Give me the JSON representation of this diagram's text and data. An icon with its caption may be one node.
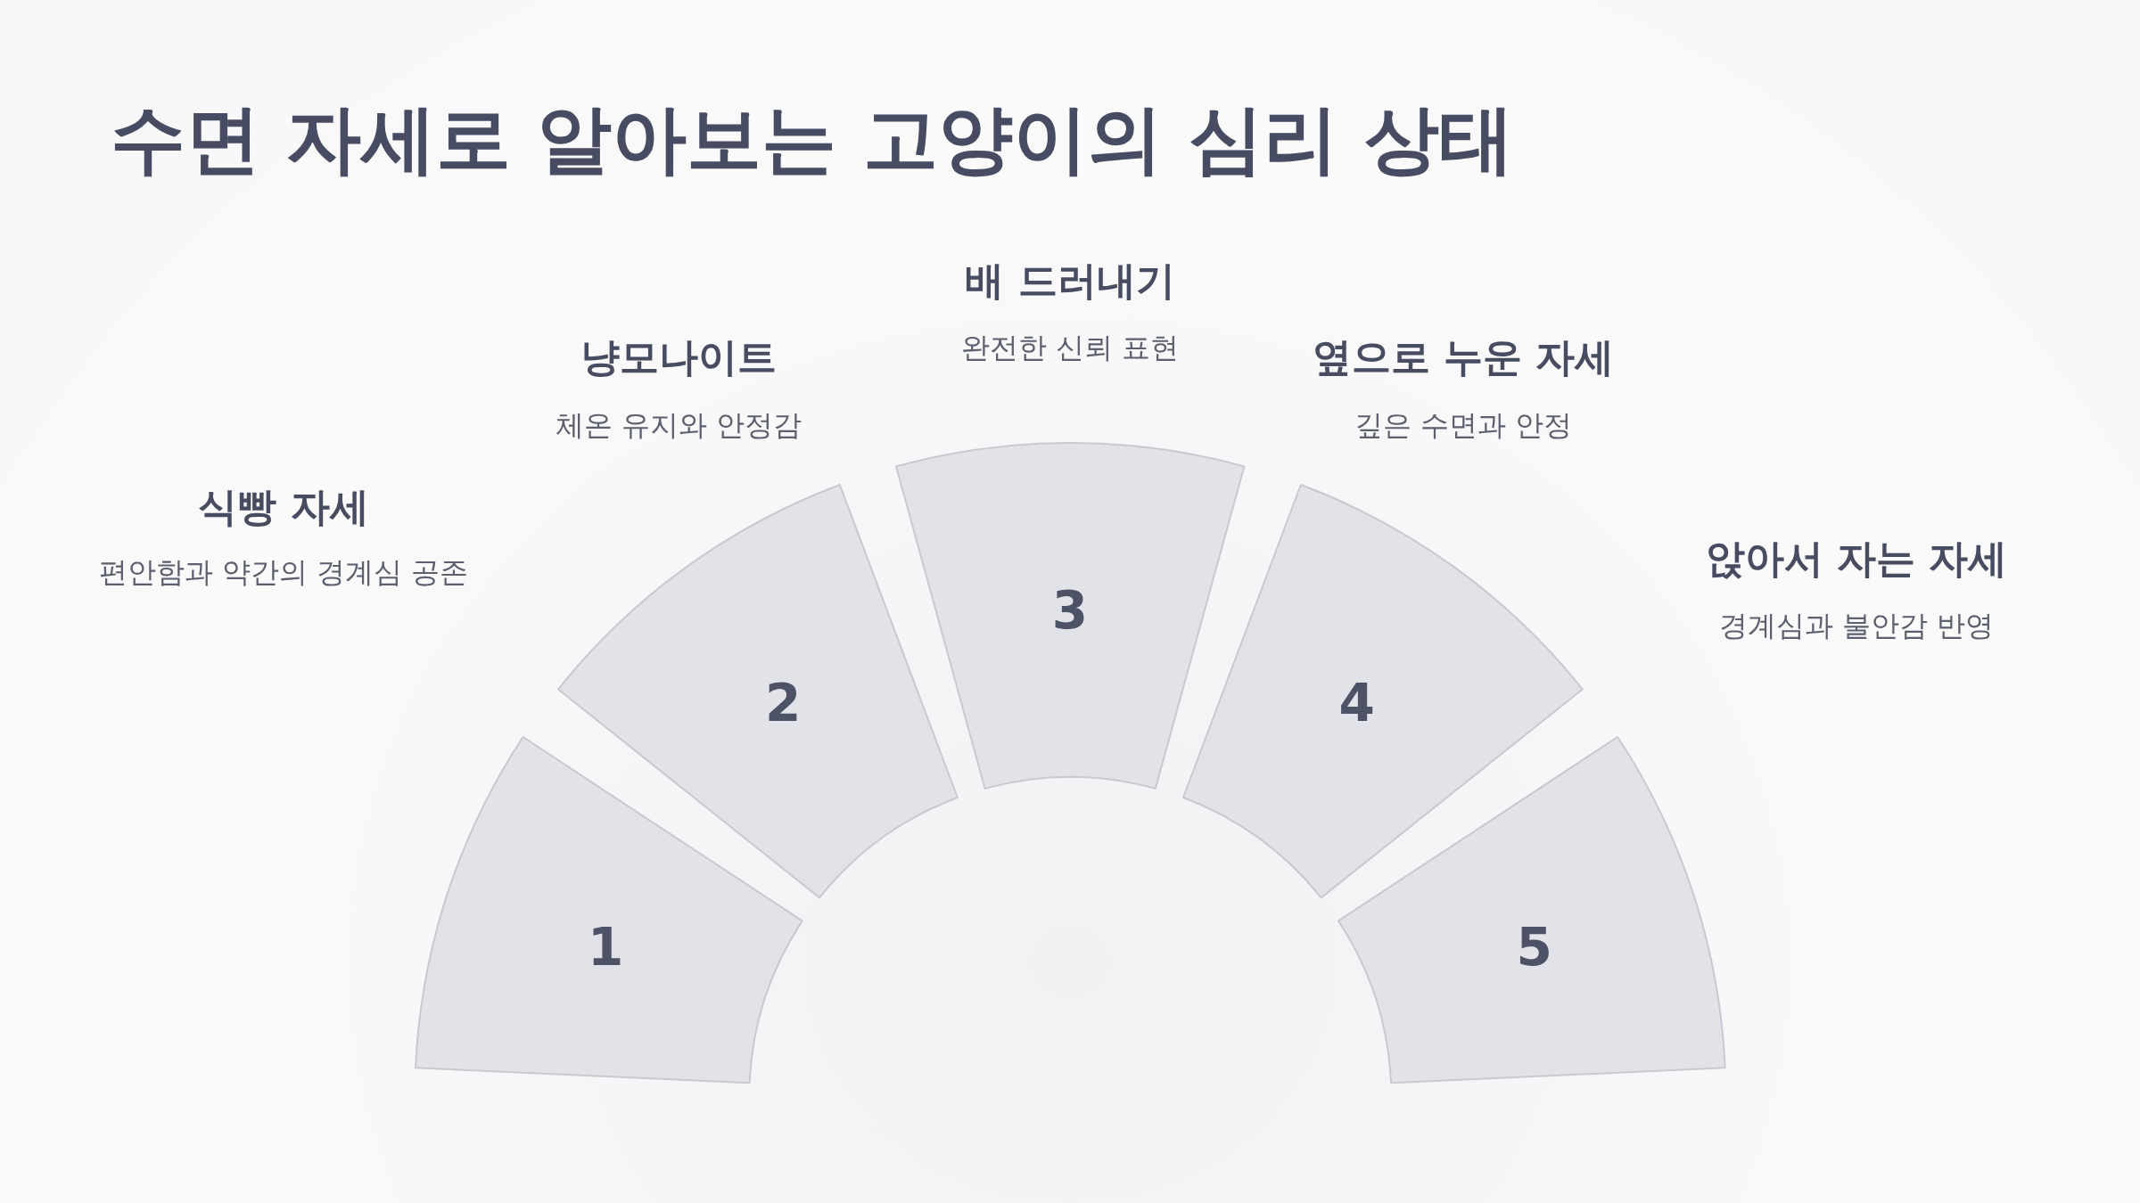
{
  "diagram": {
    "title": "수면 자세로 알아보는 고양이의 심리 상태",
    "nodes": [
      {
        "text": [
          "1"
        ],
        "beside": [
          "식빵 자세",
          "편안함과 약간의 경계심 공존"
        ]
      },
      {
        "text": [
          "2"
        ],
        "beside": [
          "냥모나이트",
          "체온 유지와 안정감"
        ]
      },
      {
        "text": [
          "3"
        ],
        "beside": [
          "배 드러내기",
          "완전한 신뢰 표현"
        ]
      },
      {
        "text": [
          "4"
        ],
        "beside": [
          "옆으로 누운 자세",
          "깊은 수면과 안정"
        ]
      },
      {
        "text": [
          "5"
        ],
        "beside": [
          "앉아서 자는 자세",
          "경계심과 불안감 반영"
        ]
      }
    ]
  }
}
